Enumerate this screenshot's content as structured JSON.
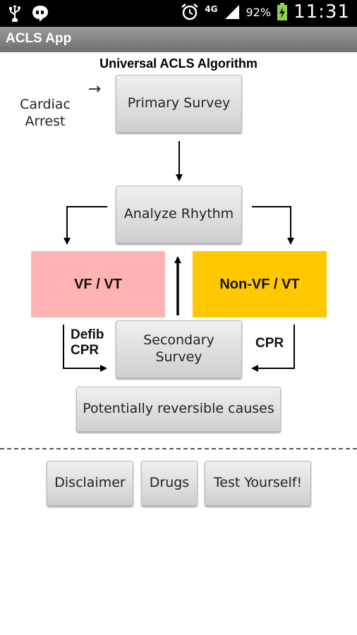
{
  "status_bar": {
    "network": "4G",
    "battery": "92%",
    "time": "11:31",
    "icons": [
      "usb-icon",
      "chat-icon",
      "alarm-icon",
      "signal-icon",
      "battery-icon"
    ]
  },
  "app": {
    "title": "ACLS App"
  },
  "algorithm": {
    "heading": "Universal ACLS Algorithm",
    "start_arrow": "→",
    "start_label": "Cardiac\nArrest",
    "primary_survey": "Primary Survey",
    "analyze_rhythm": "Analyze Rhythm",
    "vf_vt": "VF / VT",
    "non_vf_vt": "Non-VF / VT",
    "defib_cpr": "Defib\nCPR",
    "cpr": "CPR",
    "secondary_survey": "Secondary\nSurvey",
    "reversible_causes": "Potentially reversible causes",
    "colors": {
      "vf_vt": "#ffb3b3",
      "non_vf_vt": "#ffc800"
    }
  },
  "bottom_nav": {
    "disclaimer": "Disclaimer",
    "drugs": "Drugs",
    "test_yourself": "Test Yourself!"
  }
}
